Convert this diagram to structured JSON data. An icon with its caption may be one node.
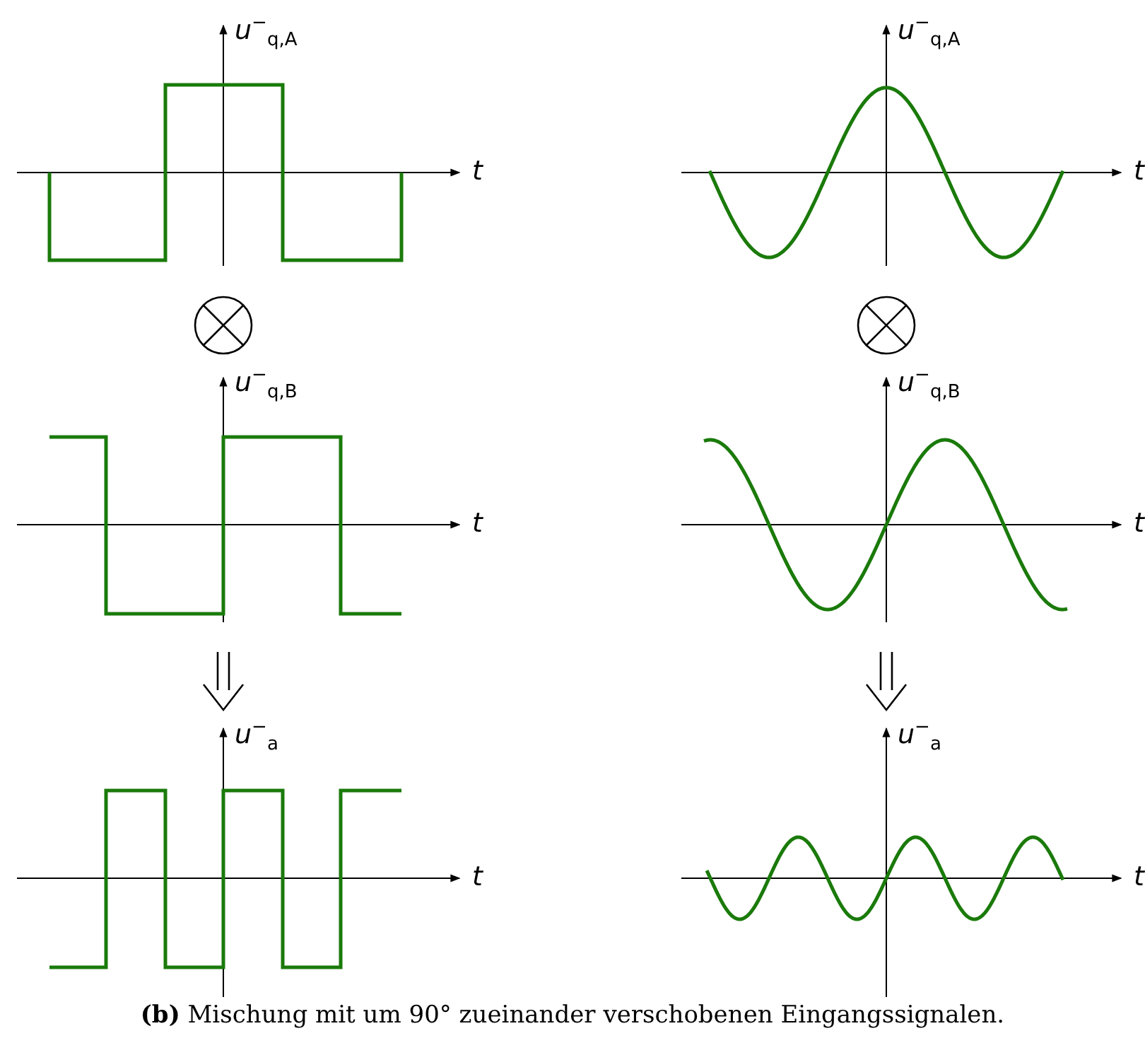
{
  "diagram": {
    "caption": "**(b)** Mischung mit um 90° zueinander verschobenen Eingangssignalen.",
    "labels": [
      "*u*$^{−}$$_{q,A}$",
      "*u*$^{−}$$_{q,A}$",
      "*t*",
      "*t*",
      "*u*$^{−}$$_{q,B}$",
      "*u*$^{−}$$_{q,B}$",
      "*t*",
      "*t*",
      "*u*$^{−}$$_{a}$",
      "*u*$^{−}$$_{a}$",
      "*t*",
      "*t*"
    ]
  }
}
